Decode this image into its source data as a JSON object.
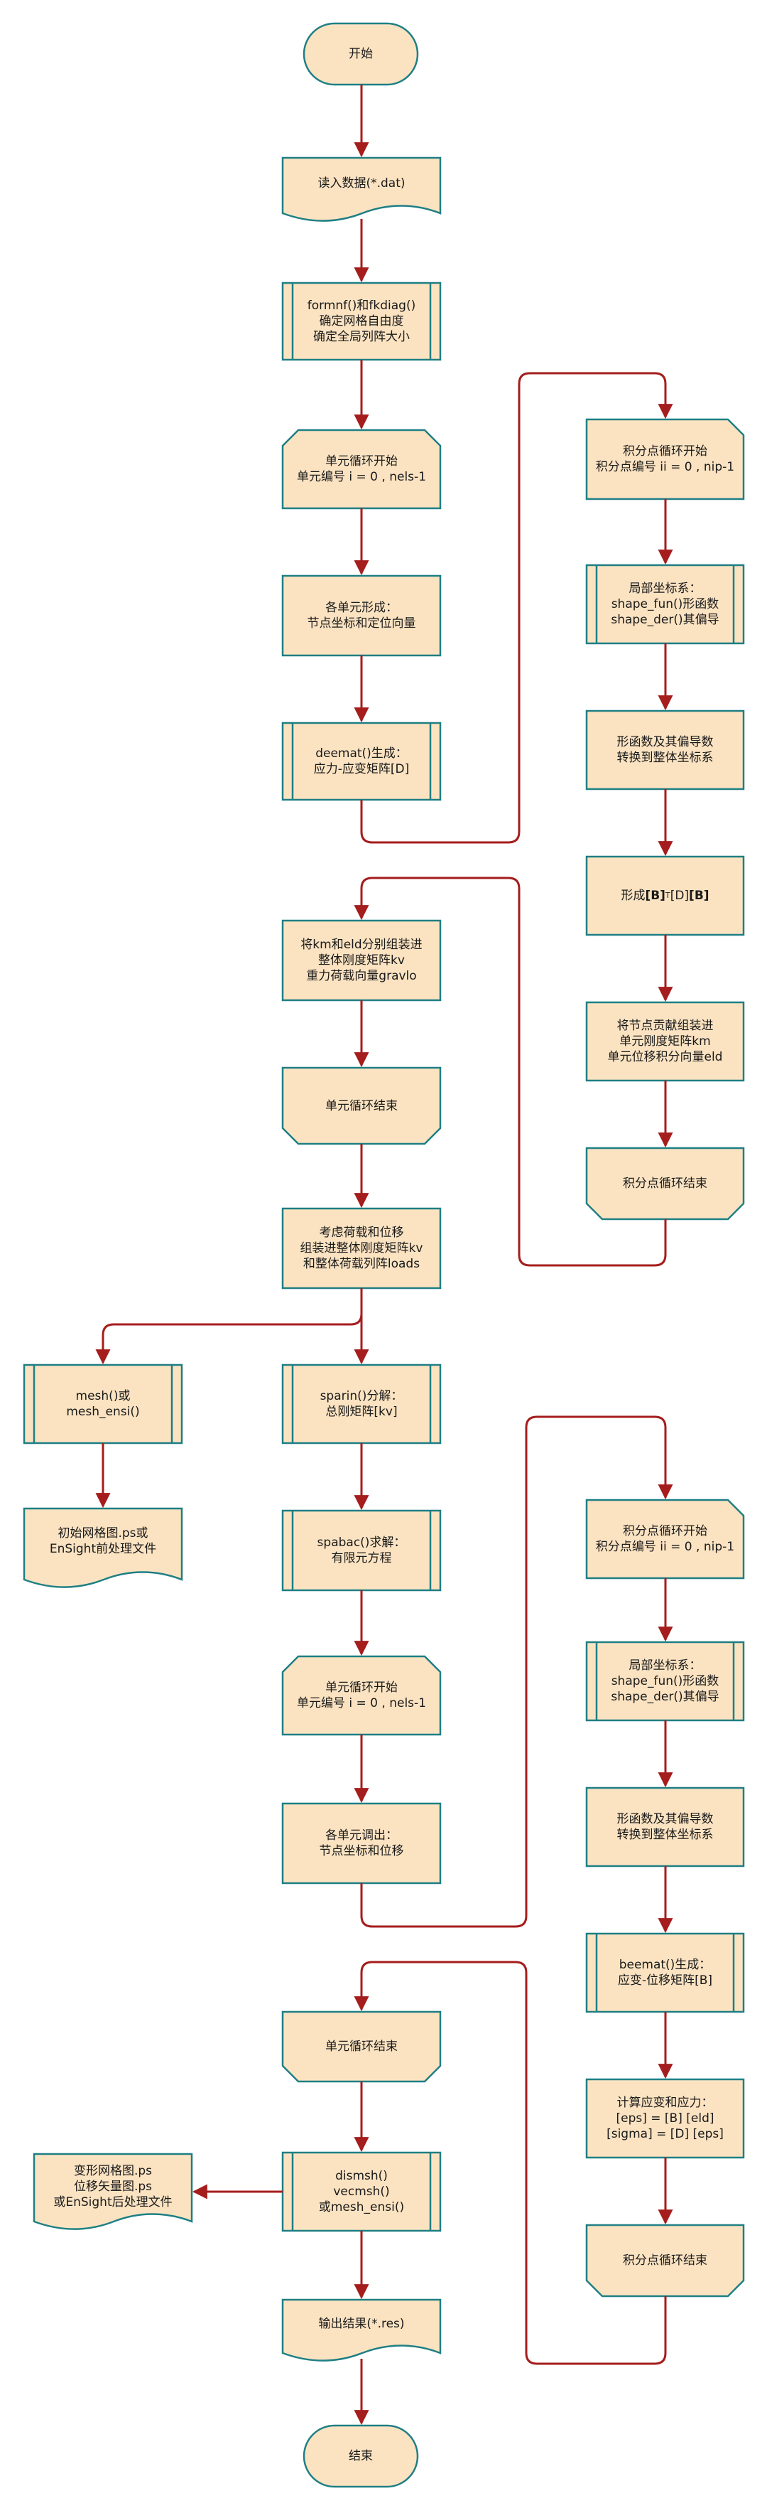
{
  "colors": {
    "fill": "#fbe3c2",
    "stroke": "#1e7f84",
    "arrow": "#a51d1d"
  },
  "left": {
    "start": "开始",
    "read": "读入数据(*.dat)",
    "formnf": [
      "formnf()和fkdiag()",
      "确定网格自由度",
      "确定全局列阵大小"
    ],
    "elem_loop_start": [
      "单元循环开始",
      "单元编号 i = 0 , nels-1"
    ],
    "elem_form": [
      "各单元形成：",
      "节点坐标和定位向量"
    ],
    "deemat": [
      "deemat()生成：",
      "应力-应变矩阵[D]"
    ],
    "assemble": [
      "将km和eld分别组装进",
      "整体刚度矩阵kv",
      "重力荷载向量gravlo"
    ],
    "elem_loop_end": "单元循环结束",
    "loads": [
      "考虑荷载和位移",
      "组装进整体刚度矩阵kv",
      "和整体荷载列阵loads"
    ],
    "mesh": [
      "mesh()或",
      "mesh_ensi()"
    ],
    "mesh_out": [
      "初始网格图.ps或",
      "EnSight前处理文件"
    ],
    "sparin": [
      "sparin()分解：",
      "总刚矩阵[kv]"
    ],
    "spabac": [
      "spabac()求解：",
      "有限元方程"
    ],
    "elem_loop2_start": [
      "单元循环开始",
      "单元编号 i = 0 , nels-1"
    ],
    "elem_recall": [
      "各单元调出：",
      "节点坐标和位移"
    ],
    "elem_loop2_end": "单元循环结束",
    "dismsh": [
      "dismsh()",
      "vecmsh()",
      "或mesh_ensi()"
    ],
    "dismsh_out": [
      "变形网格图.ps",
      "位移矢量图.ps",
      "或EnSight后处理文件"
    ],
    "output": "输出结果(*.res)",
    "end": "结束"
  },
  "right1": {
    "ip_start": [
      "积分点循环开始",
      "积分点编号 ii = 0 , nip-1"
    ],
    "local": [
      "局部坐标系：",
      "shape_fun()形函数",
      "shape_der()其偏导"
    ],
    "transform": [
      "形函数及其偏导数",
      "转换到整体坐标系"
    ],
    "form_b_pre": "形成",
    "form_b_b": "[B]",
    "form_b_t": "T",
    "form_b_mid": "[D] ",
    "form_b_b2": "[B]",
    "contrib": [
      "将节点贡献组装进",
      "单元刚度矩阵km",
      "单元位移积分向量eld"
    ],
    "ip_end": "积分点循环结束"
  },
  "right2": {
    "ip_start": [
      "积分点循环开始",
      "积分点编号 ii = 0 , nip-1"
    ],
    "local": [
      "局部坐标系：",
      "shape_fun()形函数",
      "shape_der()其偏导"
    ],
    "transform": [
      "形函数及其偏导数",
      "转换到整体坐标系"
    ],
    "beemat": [
      "beemat()生成：",
      "应变-位移矩阵[B]"
    ],
    "stress": [
      "计算应变和应力：",
      "[eps] = [B] [eld]",
      "[sigma] = [D] [eps]"
    ],
    "ip_end": "积分点循环结束"
  }
}
